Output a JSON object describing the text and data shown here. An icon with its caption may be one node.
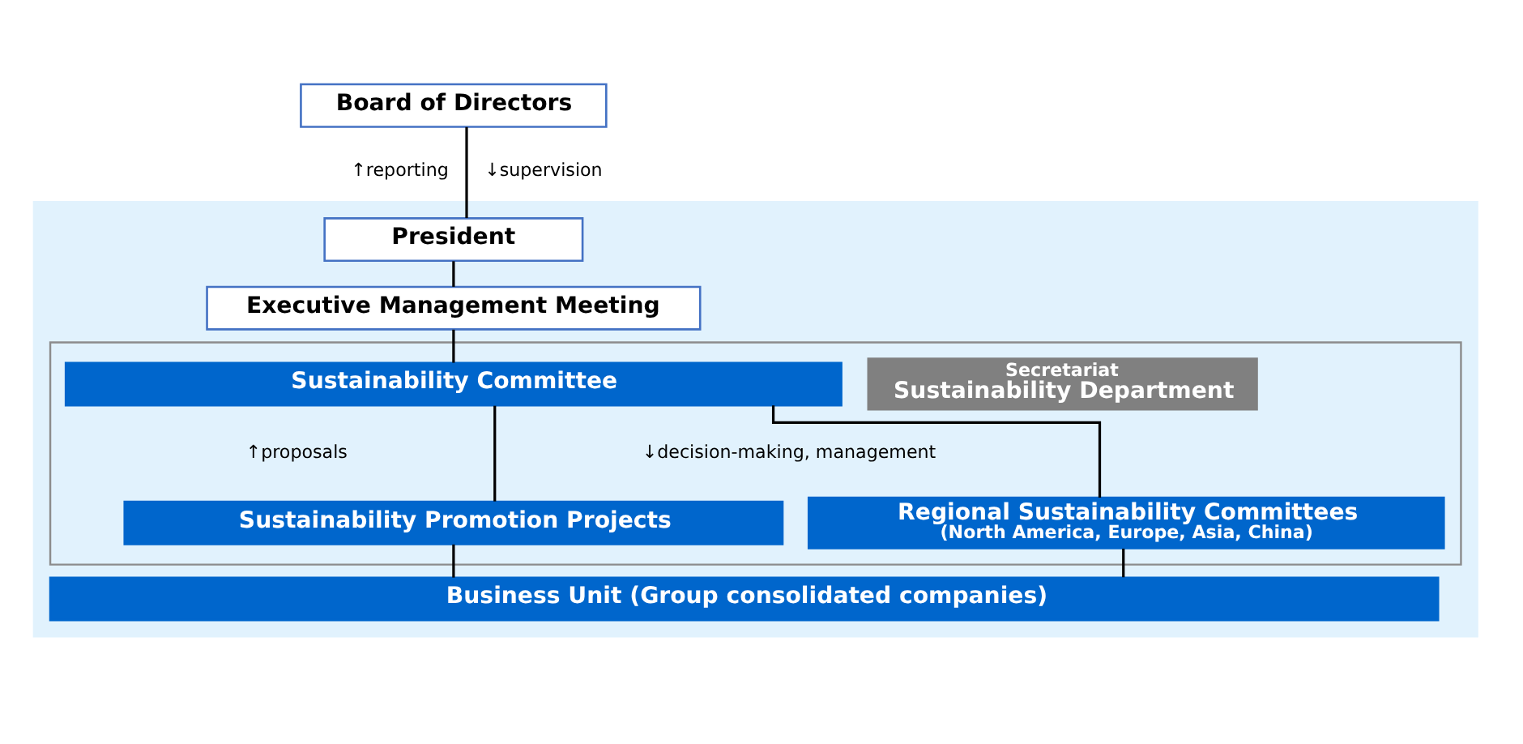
{
  "diagram": {
    "nodes": [
      {
        "text": [
          "Board of Directors"
        ]
      },
      {
        "text": [],
        "shape": "box"
      },
      {
        "text": [
          "President"
        ],
        "in": 1
      },
      {
        "text": [
          "Executive Management Meeting"
        ],
        "in": 1
      },
      {
        "text": [],
        "shape": "box",
        "in": 1
      },
      {
        "text": [
          "Sustainability Committee"
        ],
        "in": 4
      },
      {
        "text": [
          "Secretariat",
          "Sustainability Department"
        ],
        "in": 4
      },
      {
        "text": [
          "Sustainability Promotion Projects"
        ],
        "in": 4
      },
      {
        "text": [
          "Regional Sustainability Committees",
          "(North America, Europe, Asia, China)"
        ],
        "in": 4
      },
      {
        "text": [
          "Business Unit (Group consolidated companies)"
        ],
        "in": 1
      }
    ],
    "edges": [
      {
        "from": 0,
        "to": 2,
        "arrow": "none"
      },
      {
        "from": 2,
        "to": 3,
        "arrow": "none"
      },
      {
        "from": 3,
        "to": 5,
        "arrow": "none"
      },
      {
        "from": 5,
        "to": 7,
        "arrow": "none"
      },
      {
        "from": 5,
        "to": 8,
        "arrow": "none"
      },
      {
        "from": 7,
        "to": 9,
        "arrow": "none"
      },
      {
        "from": 8,
        "to": 9,
        "arrow": "none"
      }
    ],
    "labels": [
      "↑reporting",
      "↓supervision",
      "↑proposals",
      "↓decision-making, management"
    ]
  }
}
